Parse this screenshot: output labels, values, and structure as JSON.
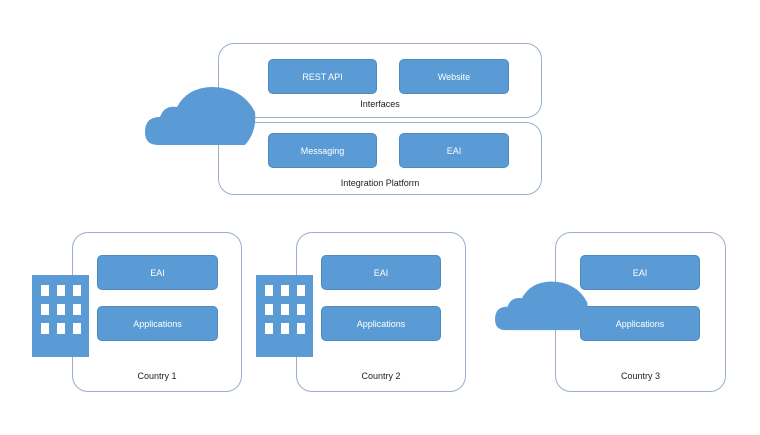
{
  "colors": {
    "accent": "#5b9bd5",
    "border": "#9bb0c8"
  },
  "top": {
    "interfaces": {
      "label": "Interfaces",
      "items": [
        "REST API",
        "Website"
      ]
    },
    "integration": {
      "label": "Integration Platform",
      "items": [
        "Messaging",
        "EAI"
      ]
    },
    "icon": "cloud-icon"
  },
  "countries": [
    {
      "label": "Country 1",
      "items": [
        "EAI",
        "Applications"
      ],
      "icon": "building-icon"
    },
    {
      "label": "Country 2",
      "items": [
        "EAI",
        "Applications"
      ],
      "icon": "building-icon"
    },
    {
      "label": "Country 3",
      "items": [
        "EAI",
        "Applications"
      ],
      "icon": "cloud-icon"
    }
  ]
}
